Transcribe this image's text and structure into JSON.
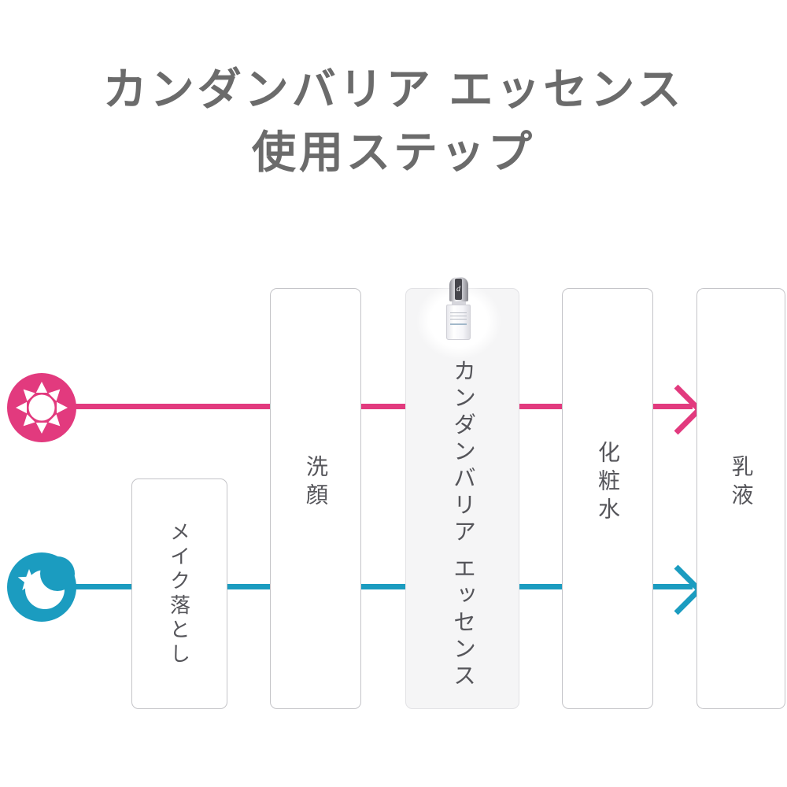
{
  "title": {
    "line1": "カンダンバリア エッセンス",
    "line2": "使用ステップ"
  },
  "colors": {
    "day": "#e23a7e",
    "night": "#1b9cc0",
    "title_text": "#6b6b6b",
    "box_text": "#55555a",
    "box_border": "#c4c4c8",
    "highlight_bg": "#f5f5f6"
  },
  "rows": [
    {
      "id": "day",
      "icon": "sun-icon",
      "color": "#e23a7e"
    },
    {
      "id": "night",
      "icon": "moon-icon",
      "color": "#1b9cc0"
    }
  ],
  "steps": [
    {
      "label": "メイク落とし",
      "rows": [
        "night"
      ],
      "highlight": false
    },
    {
      "label": "洗顔",
      "rows": [
        "day",
        "night"
      ],
      "highlight": false
    },
    {
      "label": "カンダンバリア エッセンス",
      "rows": [
        "day",
        "night"
      ],
      "highlight": true,
      "has_product_image": true
    },
    {
      "label": "化粧水",
      "rows": [
        "day",
        "night"
      ],
      "highlight": false
    },
    {
      "label": "乳液",
      "rows": [
        "day",
        "night"
      ],
      "highlight": false
    }
  ],
  "product": {
    "cap_logo": "d"
  }
}
